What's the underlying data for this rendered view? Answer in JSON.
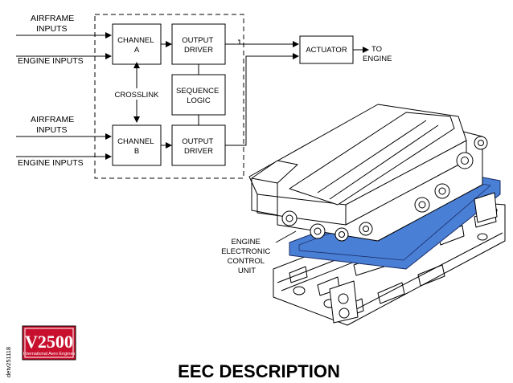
{
  "inputs": {
    "airframe_a": [
      "AIRFRAME",
      "INPUTS"
    ],
    "engine_a": "ENGINE INPUTS",
    "airframe_b": [
      "AIRFRAME",
      "INPUTS"
    ],
    "engine_b": "ENGINE INPUTS"
  },
  "blocks": {
    "channel_a": [
      "CHANNEL",
      "A"
    ],
    "output_driver_a": [
      "OUTPUT",
      "DRIVER"
    ],
    "sequence_logic": [
      "SEQUENCE",
      "LOGIC"
    ],
    "channel_b": [
      "CHANNEL",
      "B"
    ],
    "output_driver_b": [
      "OUTPUT",
      "DRIVER"
    ],
    "actuator": "ACTUATOR"
  },
  "crosslink": "CROSSLINK",
  "to_engine": [
    "TO",
    "ENGINE"
  ],
  "unit_label": [
    "ENGINE",
    "ELECTRONIC",
    "CONTROL",
    "UNIT"
  ],
  "logo": {
    "name": "V2500",
    "subtitle": "International Aero Engines",
    "color": "#c8102e"
  },
  "side_code": "detv251118",
  "title": "EEC DESCRIPTION",
  "colors": {
    "gasket": "#4a7fd6"
  }
}
